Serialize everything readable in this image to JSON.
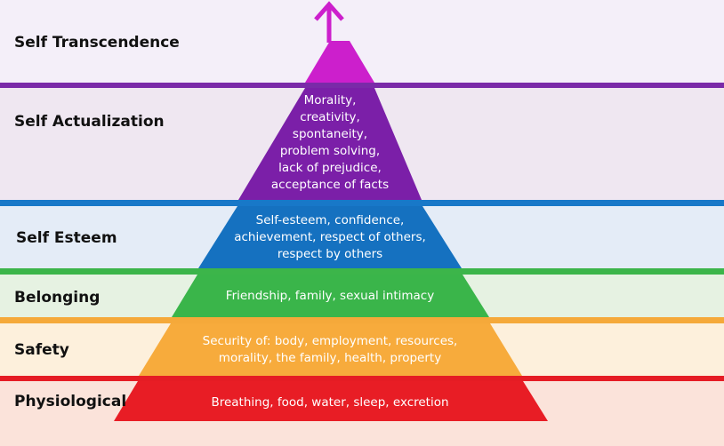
{
  "levels": [
    {
      "label": "Self Transcendence",
      "band_color": "#f4eff9",
      "sep_color": "#7a2aa8",
      "tri_color": "#cc1fcc",
      "lines": []
    },
    {
      "label": "Self Actualization",
      "band_color": "#efe7f1",
      "sep_color": "#1878c8",
      "tri_color": "#7b1fa8",
      "lines": [
        "Morality,",
        "creativity,",
        "spontaneity,",
        "problem solving,",
        "lack of prejudice,",
        "acceptance of facts"
      ]
    },
    {
      "label": "Self Esteem",
      "band_color": "#e4ecf7",
      "sep_color": "#3cb54a",
      "tri_color": "#1571c0",
      "lines": [
        "Self-esteem, confidence,",
        "achievement, respect of others,",
        "respect by others"
      ]
    },
    {
      "label": "Belonging",
      "band_color": "#e6f2e2",
      "sep_color": "#f5a93a",
      "tri_color": "#3ab54a",
      "lines": [
        "Friendship, family, sexual intimacy"
      ]
    },
    {
      "label": "Safety",
      "band_color": "#fdf0dc",
      "sep_color": "#e51c24",
      "tri_color": "#f7ab3c",
      "lines": [
        "Security of: body, employment, resources,",
        "morality, the family, health, property"
      ]
    },
    {
      "label": "Physiological",
      "band_color": "#fbe3da",
      "sep_color": "",
      "tri_color": "#e81d25",
      "lines": [
        "Breathing, food, water, sleep, excretion"
      ]
    }
  ],
  "arrow_color": "#cc1fcc"
}
